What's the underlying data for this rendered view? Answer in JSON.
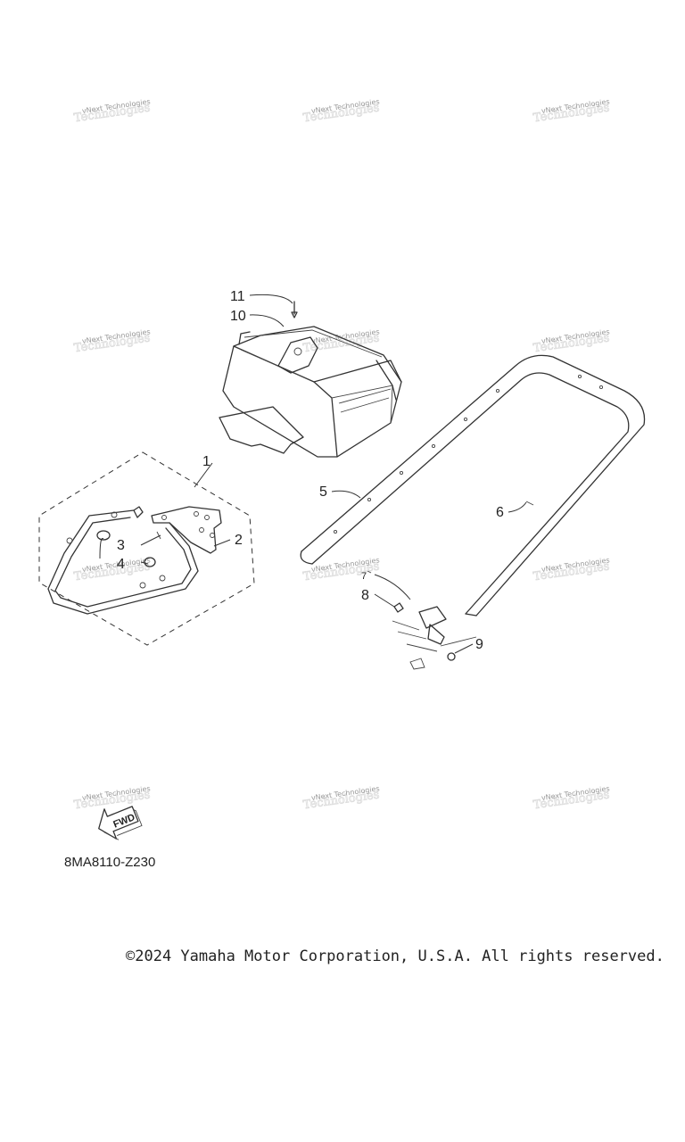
{
  "diagram": {
    "code": "8MA8110-Z230",
    "copyright": "©2024 Yamaha Motor Corporation, U.S.A. All rights reserved.",
    "fwd_label": "FWD",
    "callouts": [
      "1",
      "2",
      "3",
      "4",
      "5",
      "6",
      "7",
      "8",
      "9",
      "10",
      "11"
    ]
  },
  "watermark": {
    "text": "vNext Technologies"
  }
}
